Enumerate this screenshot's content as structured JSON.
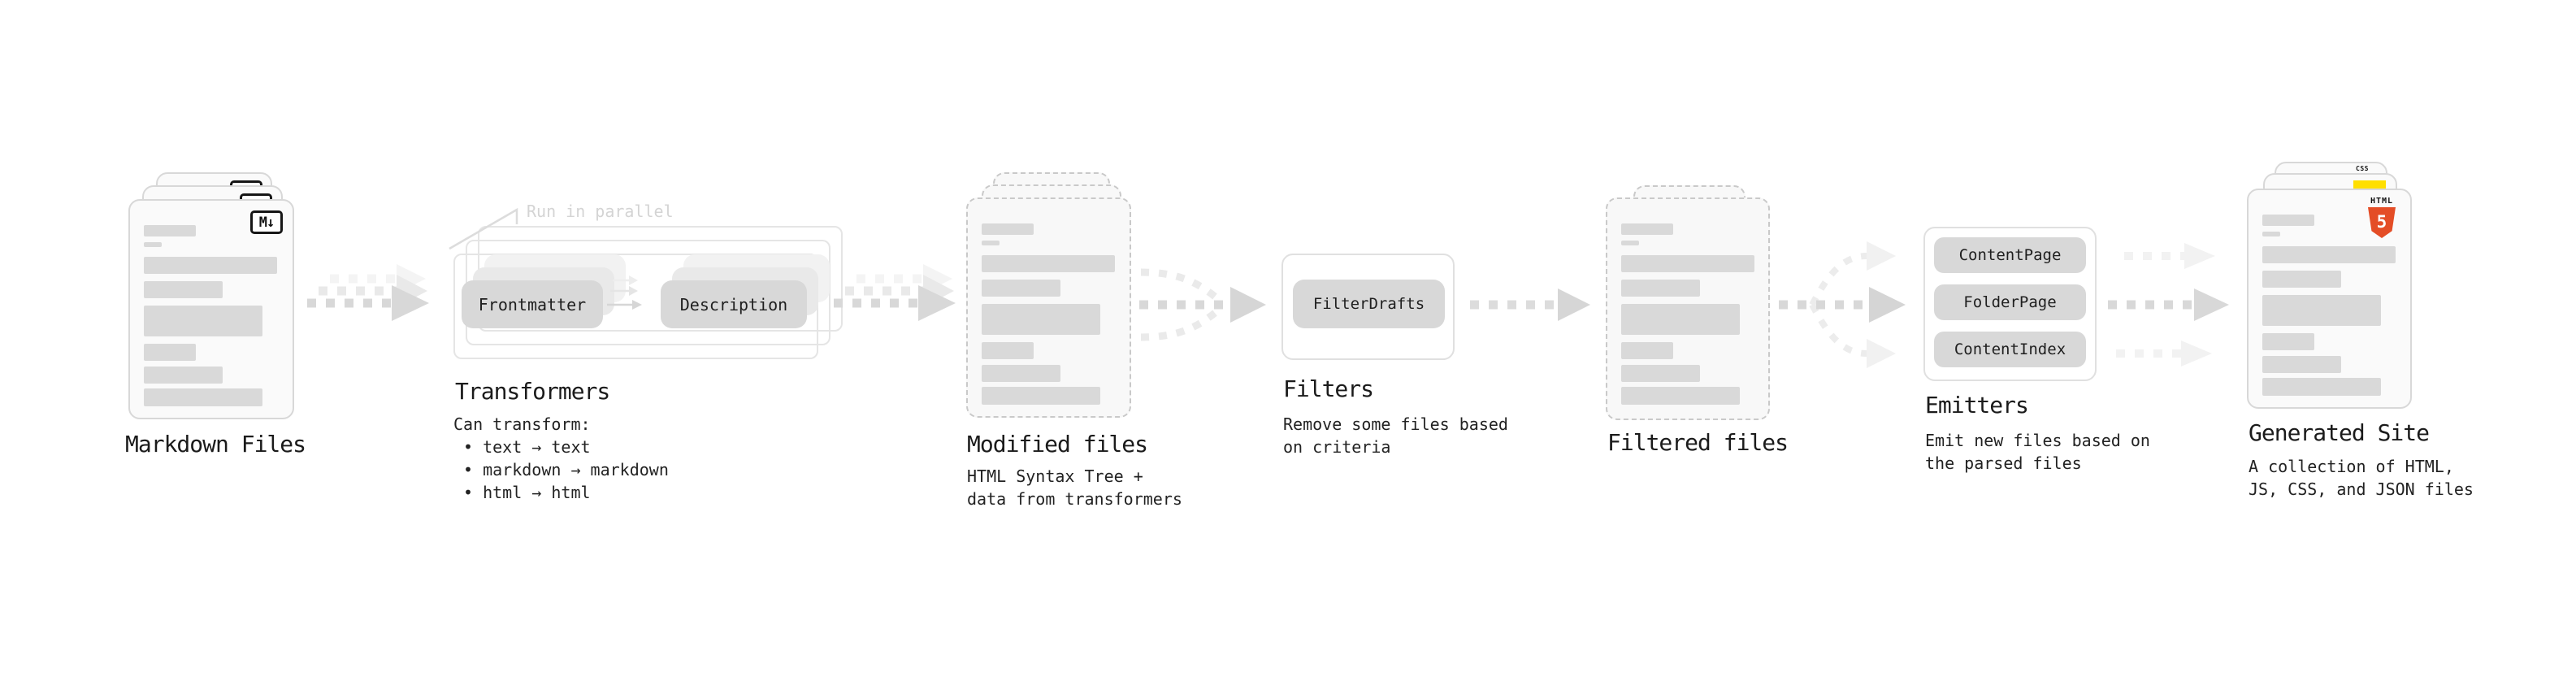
{
  "stages": {
    "markdown": {
      "label": "Markdown Files"
    },
    "transformers": {
      "label": "Transformers",
      "annotation": "Run in parallel",
      "pill_a": "Frontmatter",
      "pill_b": "Description",
      "desc": "Can transform:",
      "bullets": "• text → text\n• markdown → markdown\n• html → html"
    },
    "modified": {
      "label": "Modified files",
      "desc": "HTML Syntax Tree +\ndata from transformers"
    },
    "filters": {
      "label": "Filters",
      "pill": "FilterDrafts",
      "desc": "Remove some files based\non criteria"
    },
    "filtered": {
      "label": "Filtered files"
    },
    "emitters": {
      "label": "Emitters",
      "pill_1": "ContentPage",
      "pill_2": "FolderPage",
      "pill_3": "ContentIndex",
      "desc": "Emit new files based on\nthe parsed files"
    },
    "generated": {
      "label": "Generated Site",
      "desc": "A collection of HTML,\nJS, CSS, and JSON files"
    }
  },
  "icons": {
    "markdown": "M↓",
    "css_label": "CSS",
    "html_label": "HTML",
    "html_number": "5"
  },
  "colors": {
    "html5_orange": "#e44d26",
    "js_yellow": "#ffdf00",
    "css_blue": "#2d6ae0",
    "skeleton_gray": "#d9d9d9",
    "arrow_gray": "#d8d8d8"
  }
}
